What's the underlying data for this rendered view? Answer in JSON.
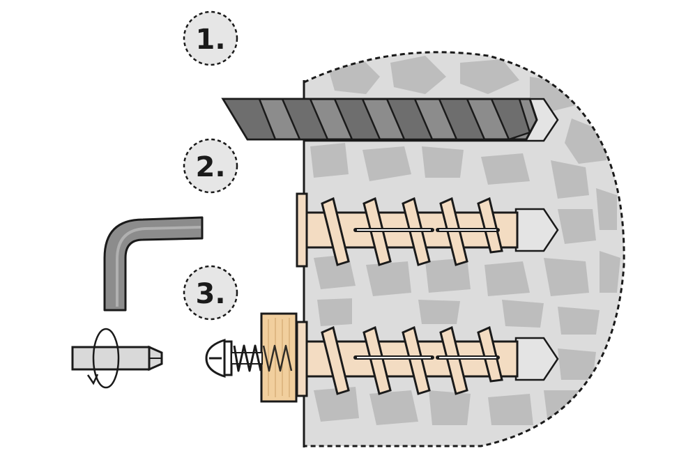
{
  "steps": [
    {
      "label": "1."
    },
    {
      "label": "2."
    },
    {
      "label": "3."
    }
  ],
  "colors": {
    "outline": "#1a1a1a",
    "wall": "#dcdcdc",
    "stone": "#bdbdbd",
    "drill": "#8c8c8c",
    "drill_dark": "#6e6e6e",
    "anchor": "#f3dcc2",
    "hole": "#e4e4e4",
    "circle_fill": "#e6e6e6",
    "washer": "#f1cf9e",
    "bit": "#d9d9d9"
  },
  "icons": {
    "drill": "drill-bit-icon",
    "anchor": "screw-anchor-icon",
    "allen_key": "allen-key-icon",
    "screwdriver_bit": "screwdriver-bit-icon",
    "rotation": "rotation-arrow-icon",
    "screw": "screw-icon",
    "washer": "wooden-washer-icon"
  }
}
